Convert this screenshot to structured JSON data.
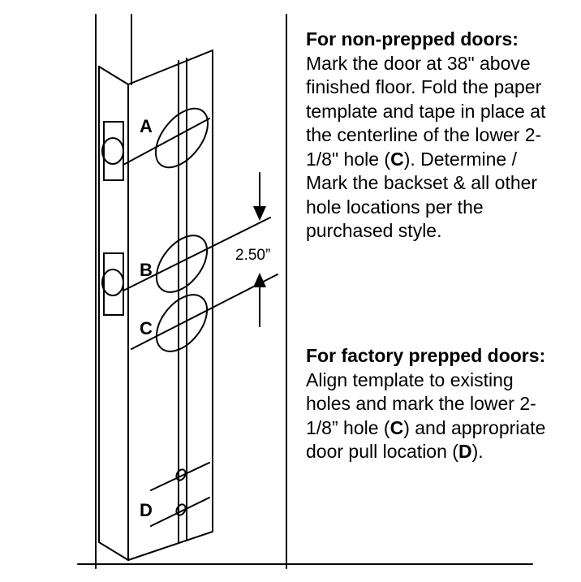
{
  "labels": {
    "a": "A",
    "b": "B",
    "c": "C",
    "d": "D",
    "dimension": "2.50”"
  },
  "instructions": {
    "non_prepped": {
      "lead": "For non-prepped doors:",
      "text_1": " Mark the door at 38\" above finished floor.  Fold the paper template and tape in place at the centerline of the lower 2-1/8\" hole (",
      "ref_c": "C",
      "text_2": ").  Determine / Mark the backset & all other hole locations per the purchased style."
    },
    "factory_prepped": {
      "lead": "For factory prepped doors:",
      "text_1": " Align template to existing holes and mark the lower 2-1/8” hole (",
      "ref_c": "C",
      "text_2": ") and appropriate door pull location (",
      "ref_d": "D",
      "text_3": ")."
    }
  }
}
